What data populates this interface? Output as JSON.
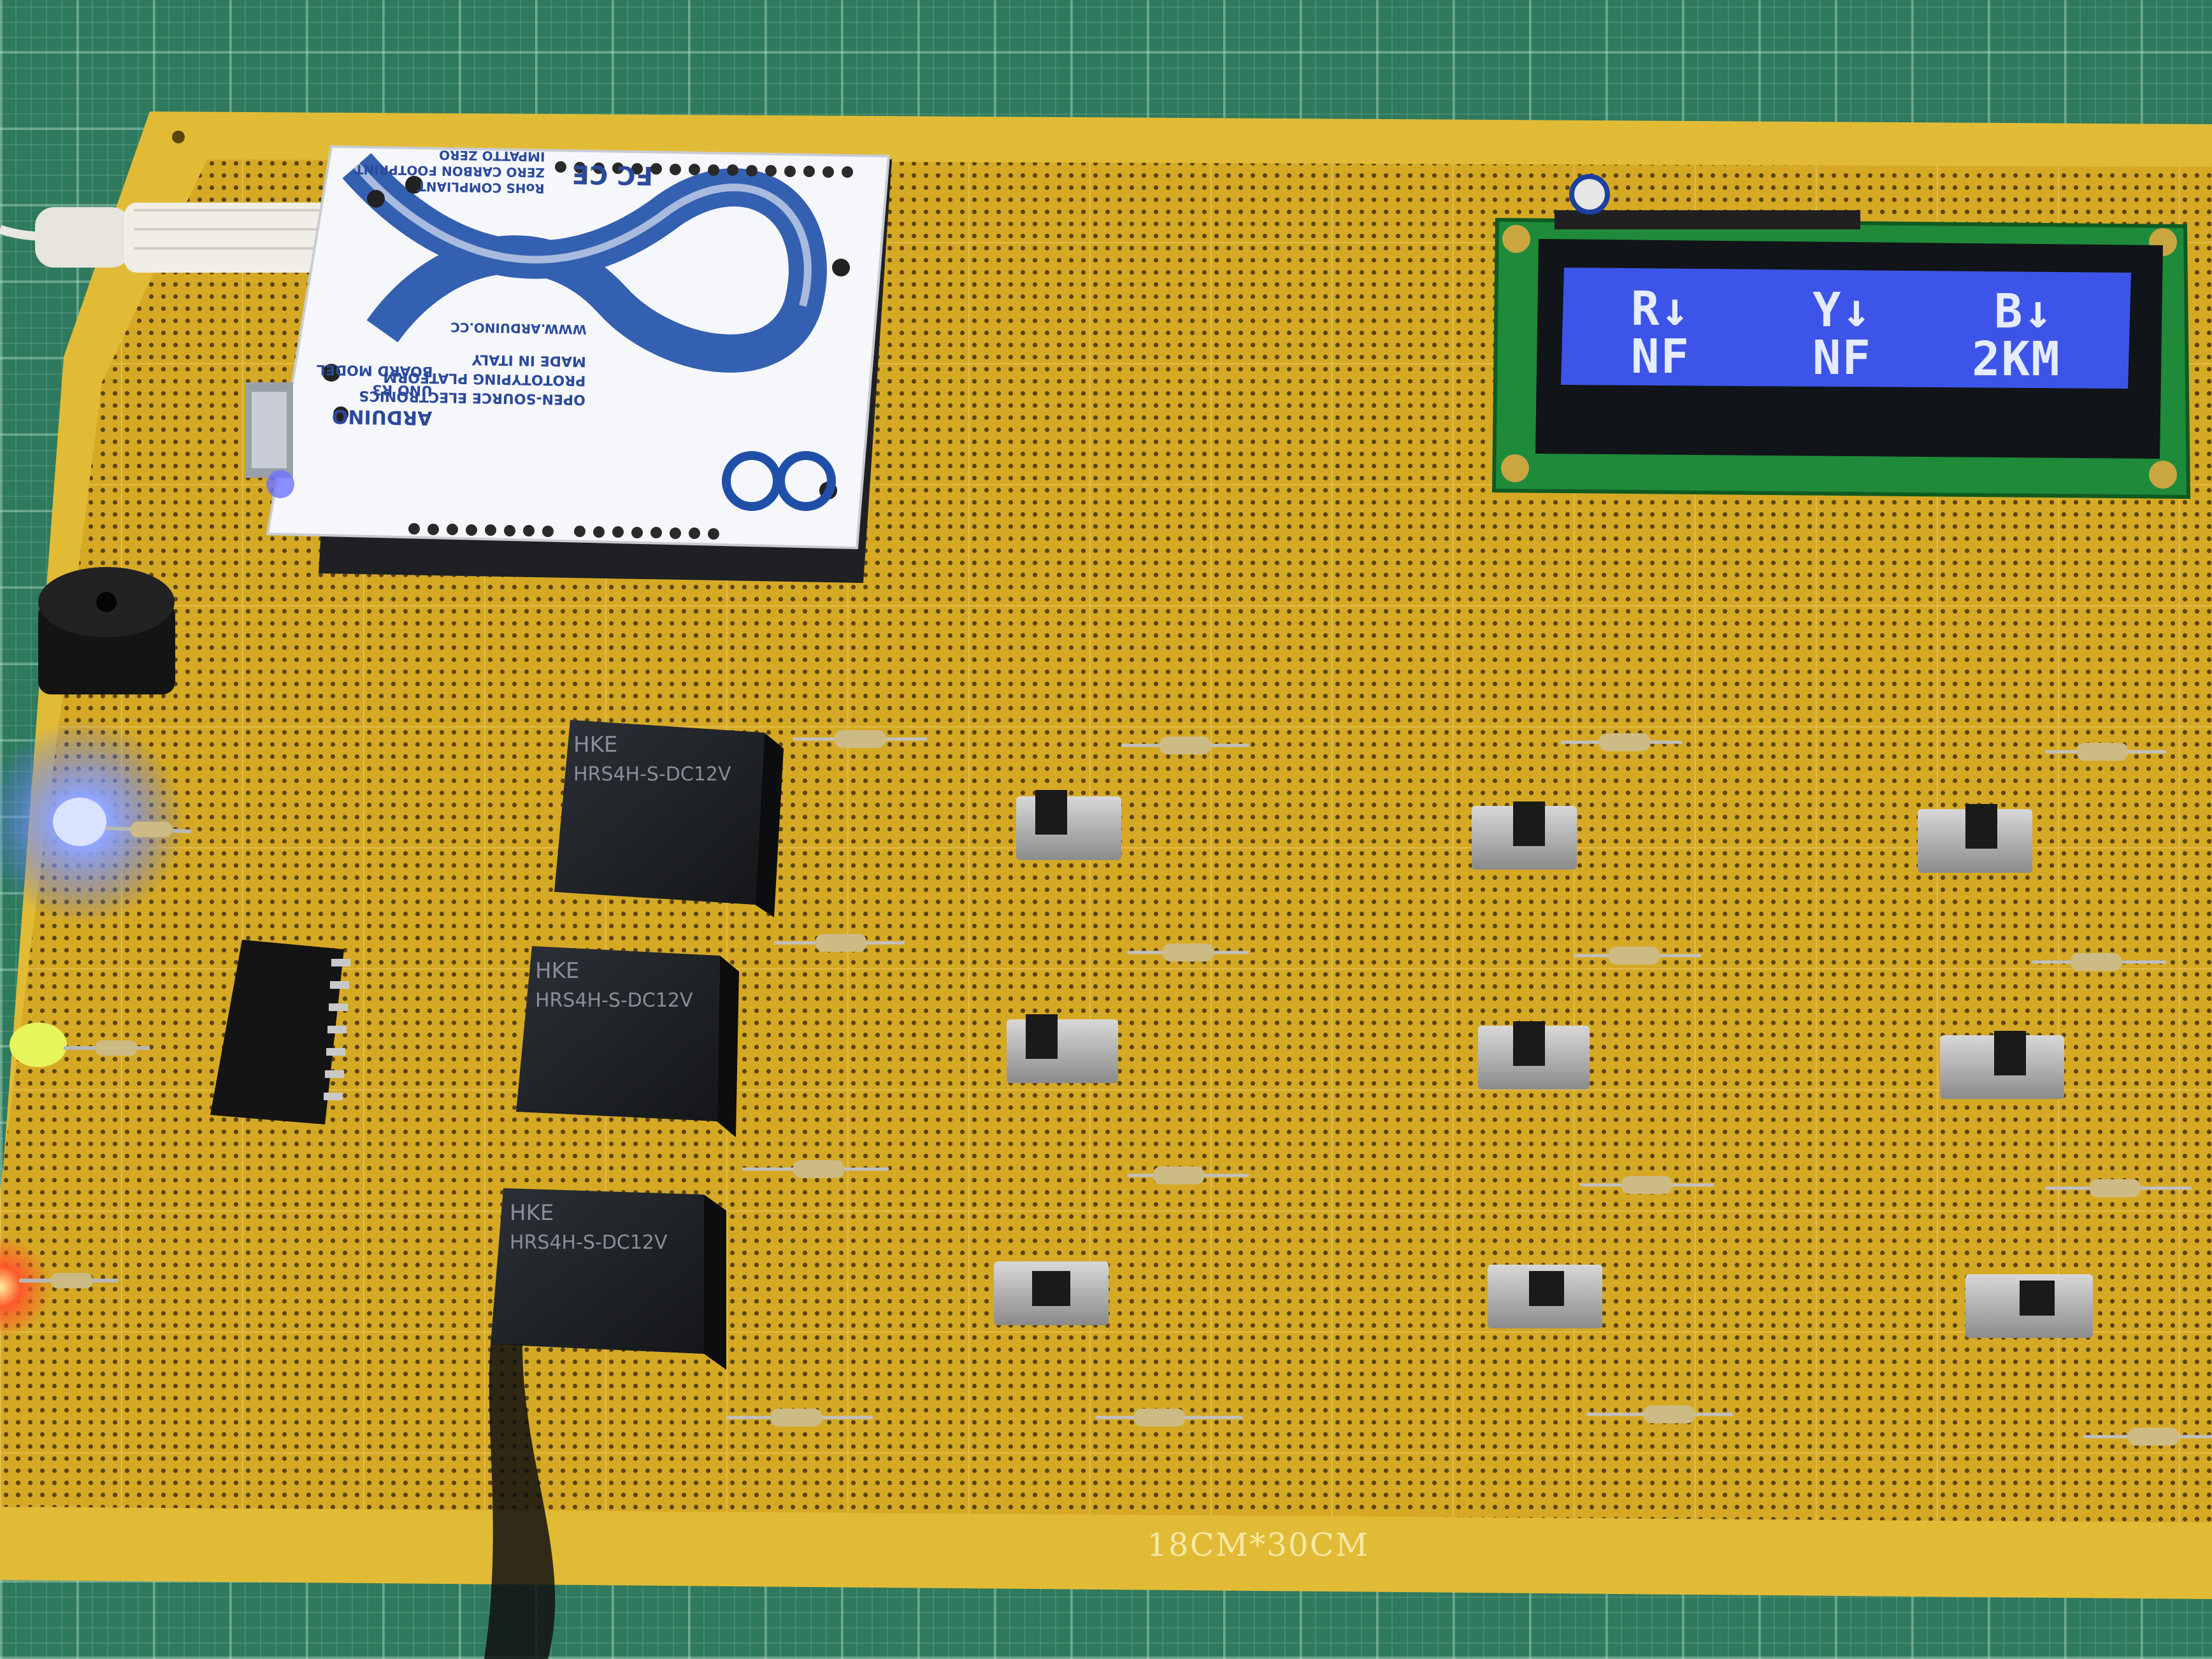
{
  "scene": {
    "board_size_label": "18CM*30CM"
  },
  "lcd": {
    "line1": [
      "R↓",
      "Y↓",
      "B↓"
    ],
    "line2": [
      "NF",
      "NF",
      "2KM"
    ],
    "backlight_color": "#3c55e8",
    "text_color": "#e6ecff"
  },
  "arduino": {
    "brand": "ARDUINO",
    "model_lines": [
      "UNO R3",
      "BOARD MODEL"
    ],
    "platform_lines": [
      "OPEN-SOURCE ELECTRONICS",
      "PROTOTYPING PLATFORM"
    ],
    "made_in": "MADE IN ITALY",
    "url": "WWW.ARDUINO.CC",
    "footprint_lines": [
      "RoHS COMPLIANT",
      "ZERO CARBON FOOTPRINT",
      "IMPATTO ZERO"
    ],
    "certs": "FC CE"
  },
  "relays": [
    {
      "model": "HRS4H-S-DC12V",
      "brand": "HKE"
    },
    {
      "model": "HRS4H-S-DC12V",
      "brand": "HKE"
    },
    {
      "model": "HRS4H-S-DC12V",
      "brand": "HKE"
    }
  ],
  "colors": {
    "board": "#d6a925",
    "board_edge": "#e9c544",
    "mat": "#2f7a5e",
    "led_blue": "#4a6bff",
    "led_yellow": "#e7f55c",
    "led_red": "#ff5a2a"
  }
}
